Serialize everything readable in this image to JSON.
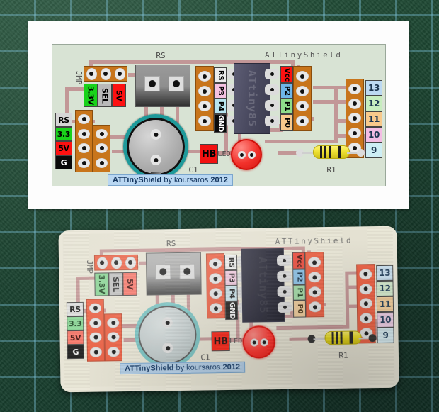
{
  "scene": {
    "background": "green-cutting-mat",
    "mat_color": "#1b4430",
    "grid_color": "#7dc3dc"
  },
  "card": {
    "background": "#fdfdfd"
  },
  "board": {
    "title": "ATTinyShield",
    "pcb_color": "#d8e3d4",
    "trace_color": "#c29797",
    "header_color": "#c8751b",
    "brand": {
      "name": "ATTinyShield",
      "by": "by koursaros",
      "year": "2012",
      "bg": "#b9d7f2"
    },
    "ic": {
      "name": "ATtiny85",
      "body_color": "#4a4a60"
    },
    "labels": {
      "jmp": "JMP",
      "rs_top": "RS",
      "c1": "C1",
      "r1": "R1",
      "led": "LED",
      "hb": "HB"
    },
    "jumper_select": [
      {
        "text": "3.3V",
        "bg": "#19d21a",
        "fg": "#000000"
      },
      {
        "text": "SEL",
        "bg": "#b9b9b9",
        "fg": "#000000"
      },
      {
        "text": "5V",
        "bg": "#fd1111",
        "fg": "#000000"
      }
    ],
    "power_rail": [
      {
        "text": "RS",
        "bg": "#d6d6d6",
        "fg": "#000000"
      },
      {
        "text": "3.3",
        "bg": "#19d21a",
        "fg": "#000000"
      },
      {
        "text": "5V",
        "bg": "#fd1111",
        "fg": "#000000"
      },
      {
        "text": "G",
        "bg": "#0a0a0a",
        "fg": "#ffffff"
      }
    ],
    "ic_pins_left": [
      {
        "text": "RS",
        "bg": "#ececec",
        "fg": "#000000"
      },
      {
        "text": "P3",
        "bg": "#f5c3e2",
        "fg": "#000000"
      },
      {
        "text": "P4",
        "bg": "#b8e5f0",
        "fg": "#000000"
      },
      {
        "text": "GND",
        "bg": "#0a0a0a",
        "fg": "#ffffff"
      }
    ],
    "ic_pins_right": [
      {
        "text": "Vcc",
        "bg": "#fd1111",
        "fg": "#000000"
      },
      {
        "text": "P2",
        "bg": "#6fb5e8",
        "fg": "#000000"
      },
      {
        "text": "P1",
        "bg": "#8fdc8a",
        "fg": "#000000"
      },
      {
        "text": "P0",
        "bg": "#f8c98b",
        "fg": "#000000"
      }
    ],
    "arduino_pins": [
      {
        "text": "13",
        "bg": "#bcd9f2",
        "fg": "#1b3550"
      },
      {
        "text": "12",
        "bg": "#c7edbf",
        "fg": "#1b3550"
      },
      {
        "text": "11",
        "bg": "#f8c98b",
        "fg": "#1b3550"
      },
      {
        "text": "10",
        "bg": "#f3bde4",
        "fg": "#1b3550"
      },
      {
        "text": "9",
        "bg": "#cdeef5",
        "fg": "#1b3550"
      }
    ],
    "hb_label": {
      "text": "HB",
      "bg": "#f21111",
      "fg": "#000000"
    }
  }
}
